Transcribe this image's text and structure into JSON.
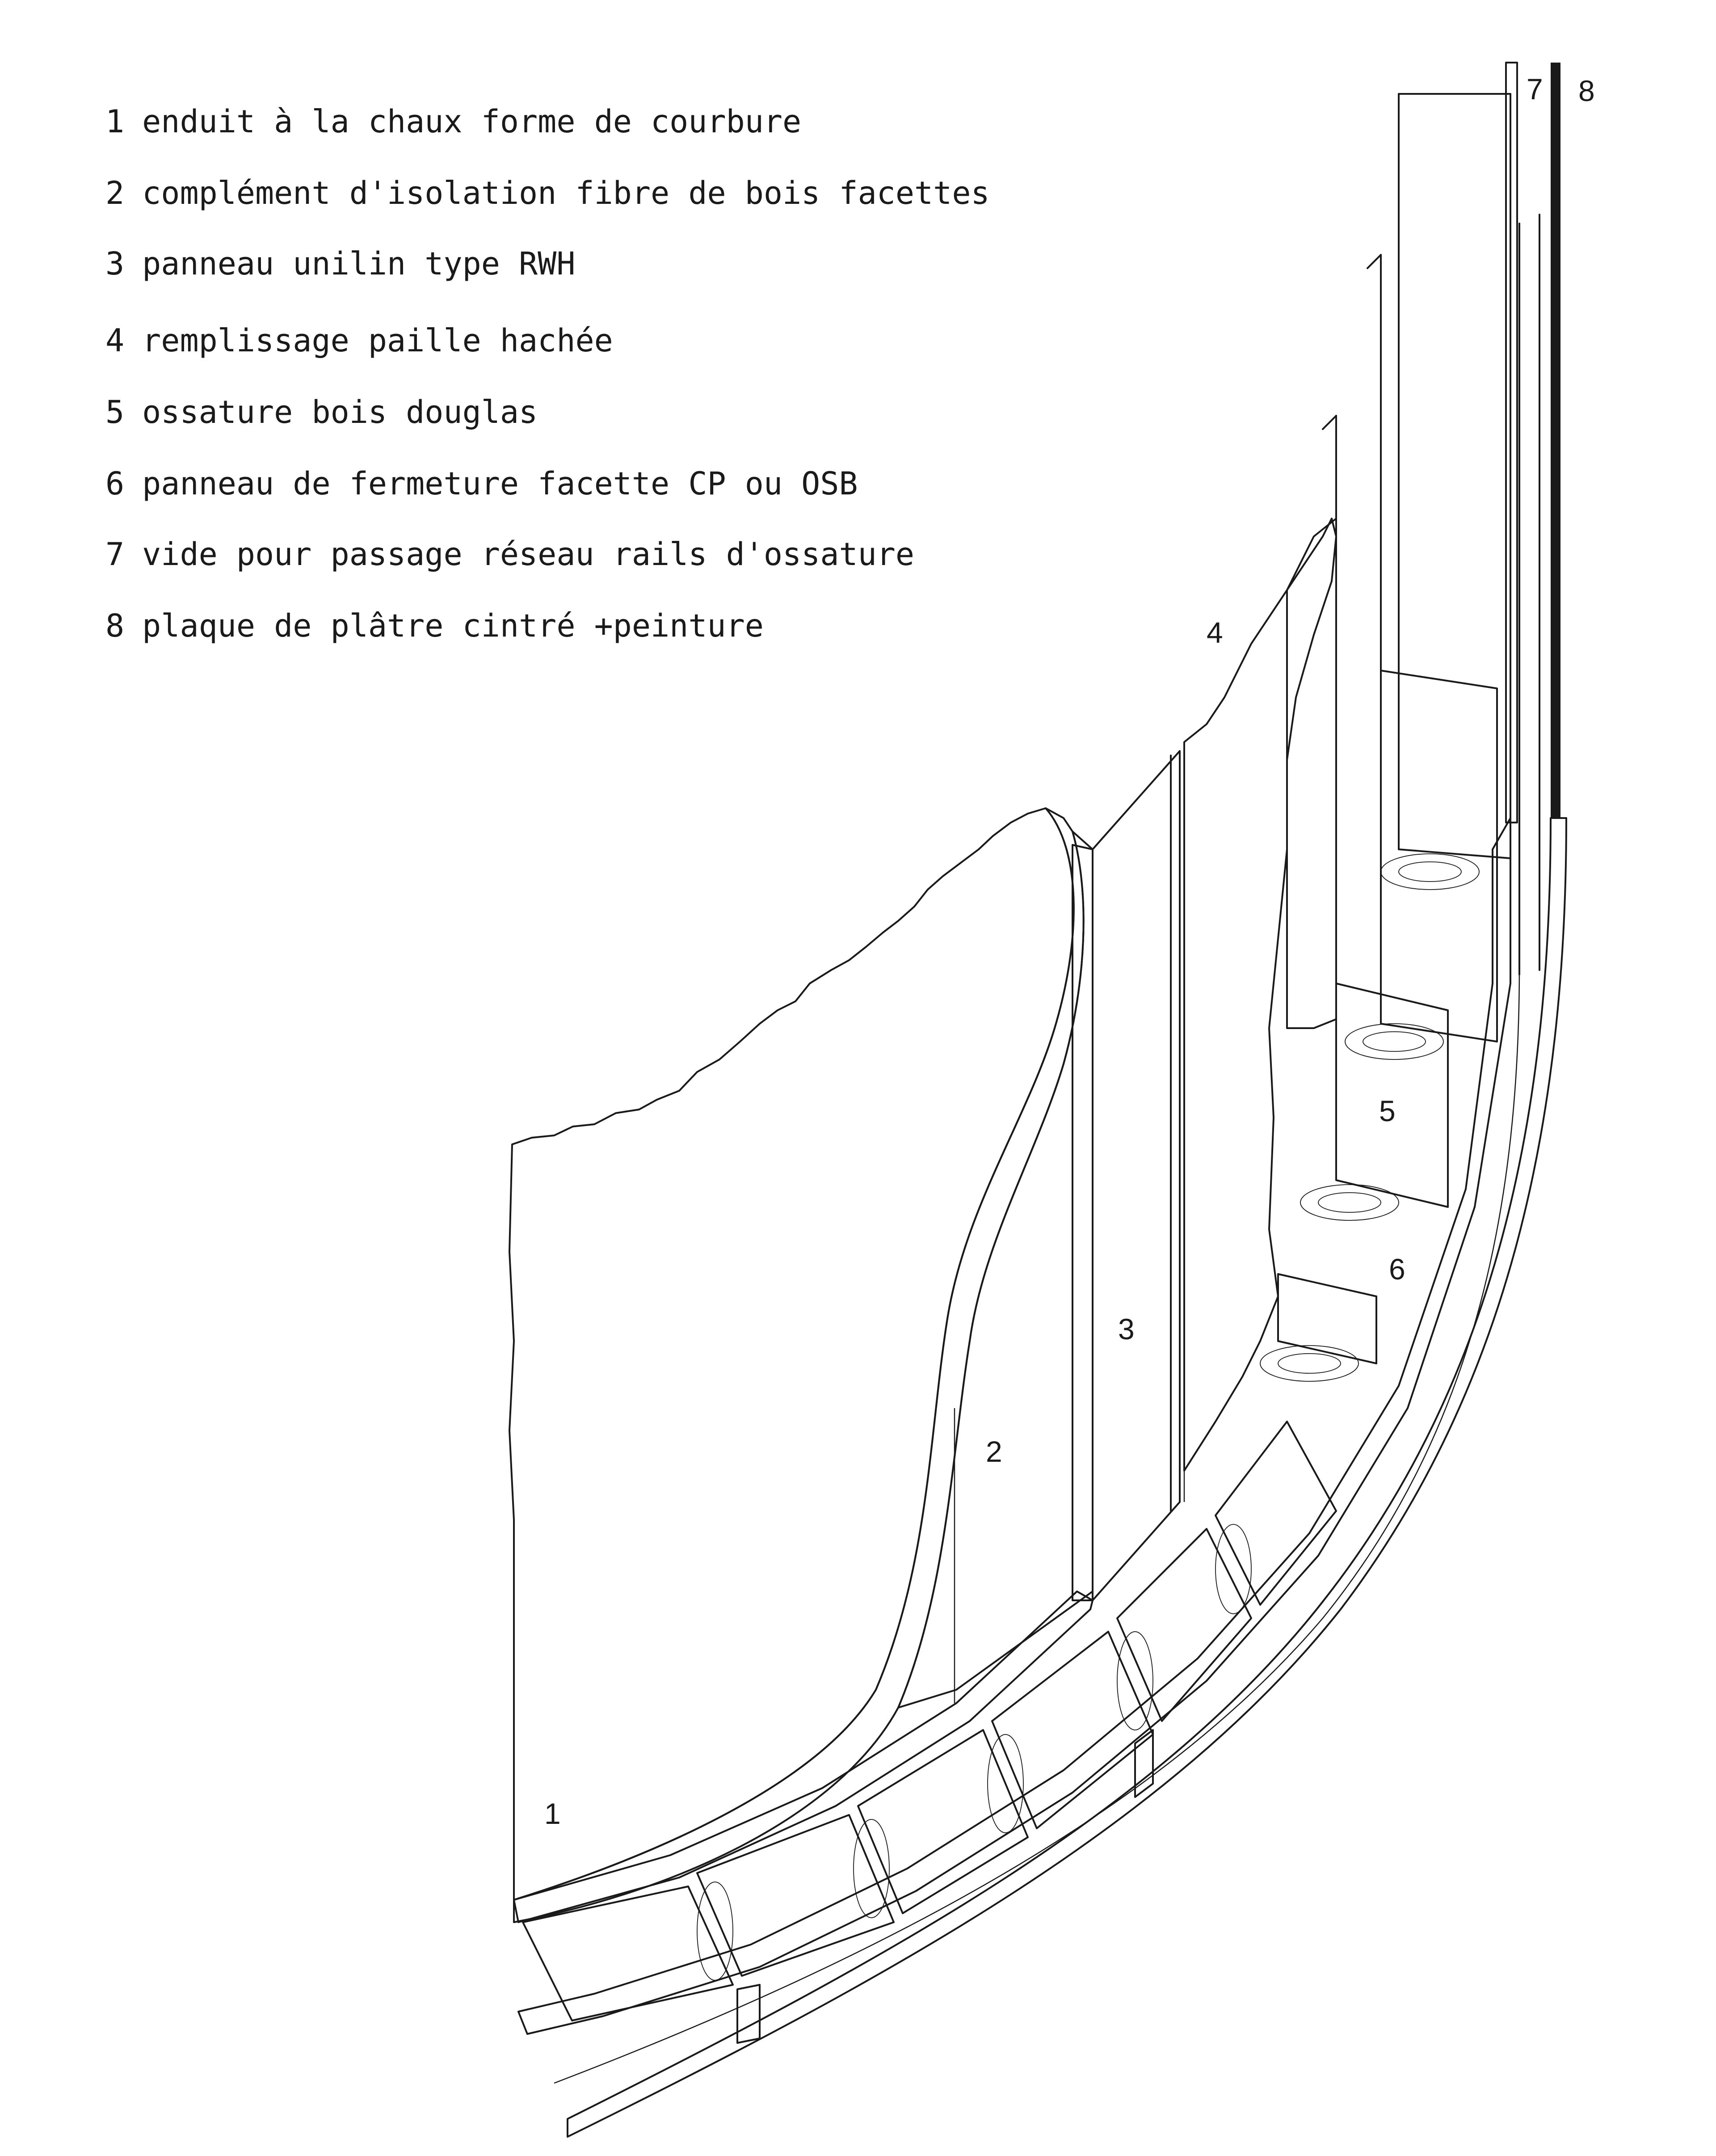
{
  "legend": {
    "items": [
      {
        "number": "1",
        "text": "enduit à la chaux forme de courbure"
      },
      {
        "number": "2",
        "text": "complément d'isolation fibre de bois facettes"
      },
      {
        "number": "3",
        "text": "panneau unilin type RWH"
      },
      {
        "number": "4",
        "text": "remplissage paille hachée"
      },
      {
        "number": "5",
        "text": "ossature bois douglas"
      },
      {
        "number": "6",
        "text": "panneau de fermeture facette CP ou OSB"
      },
      {
        "number": "7",
        "text": "vide pour passage réseau rails d'ossature"
      },
      {
        "number": "8",
        "text": "plaque de plâtre cintré +peinture"
      }
    ]
  },
  "callouts": {
    "c1": "1",
    "c2": "2",
    "c3": "3",
    "c4": "4",
    "c5": "5",
    "c6": "6",
    "c7": "7",
    "c8": "8"
  },
  "colors": {
    "ink": "#1a1a1a",
    "paper": "#ffffff"
  }
}
